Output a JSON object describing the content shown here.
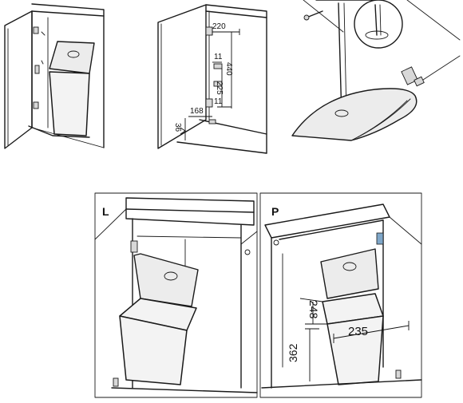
{
  "colors": {
    "line": "#1a1a1a",
    "bin_fill": "#f3f3f3",
    "lid_fill": "#ececec",
    "hinge_blue": "#7fa7c9"
  },
  "panels": {
    "top_left": {
      "description_icon": "cabinet-door-with-bin"
    },
    "top_middle": {
      "dims": {
        "d220": "220",
        "d11a": "11",
        "d440": "440",
        "d225": "225",
        "d11b": "11",
        "d168": "168",
        "d36": "36"
      }
    },
    "top_right": {
      "description_icon": "lid-mounting-detail"
    },
    "bottom_left": {
      "label": "L"
    },
    "bottom_right": {
      "label": "P",
      "dims": {
        "d248": "248",
        "d235": "235",
        "d362": "362"
      }
    }
  }
}
